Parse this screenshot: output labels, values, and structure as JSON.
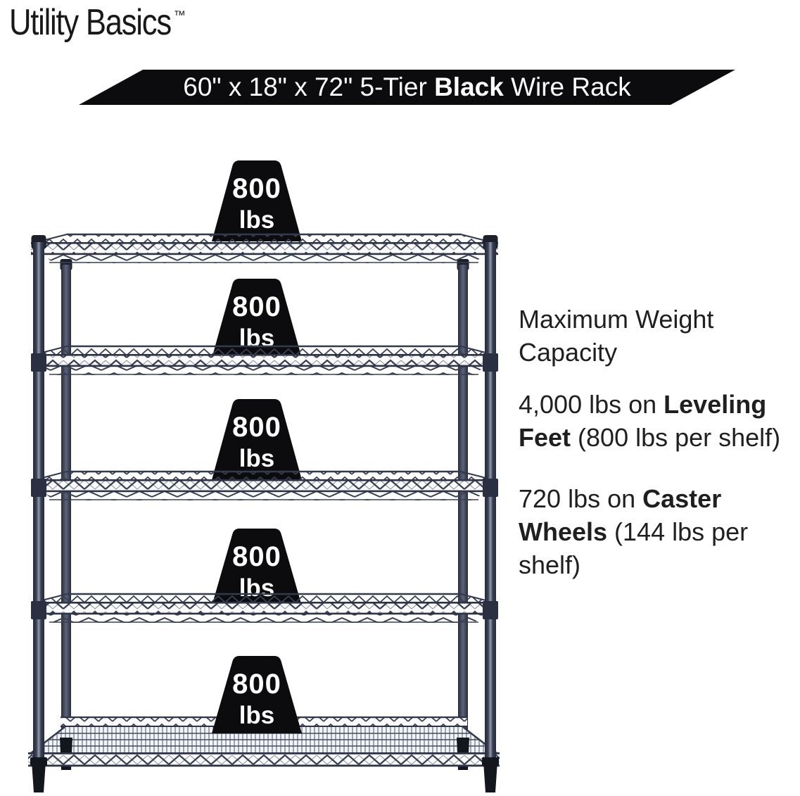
{
  "logo": {
    "text": "Utility Basics",
    "trademark": "™"
  },
  "banner": {
    "pre": "60\" x 18\" x 72\" 5-Tier ",
    "bold": "Black",
    "post": " Wire Rack",
    "bg": "#0c0c0e",
    "text_color": "#ffffff"
  },
  "rack": {
    "tiers": 5,
    "markers": [
      {
        "weight": "800",
        "unit": "lbs"
      },
      {
        "weight": "800",
        "unit": "lbs"
      },
      {
        "weight": "800",
        "unit": "lbs"
      },
      {
        "weight": "800",
        "unit": "lbs"
      },
      {
        "weight": "800",
        "unit": "lbs"
      }
    ],
    "colors": {
      "marker_bg": "#0c0c0e",
      "marker_text": "#ffffff",
      "frame": "#3a4052",
      "frame_dark": "#14161e",
      "mesh_bg": "#f3f4f8"
    }
  },
  "info": {
    "heading": "Maximum Weight Capacity",
    "leveling": {
      "pre": "4,000 lbs on ",
      "bold": "Leveling Feet",
      "post": " (800 lbs per shelf)"
    },
    "caster": {
      "pre": "720 lbs on ",
      "bold": "Caster Wheels",
      "post": " (144 lbs per shelf)"
    }
  }
}
